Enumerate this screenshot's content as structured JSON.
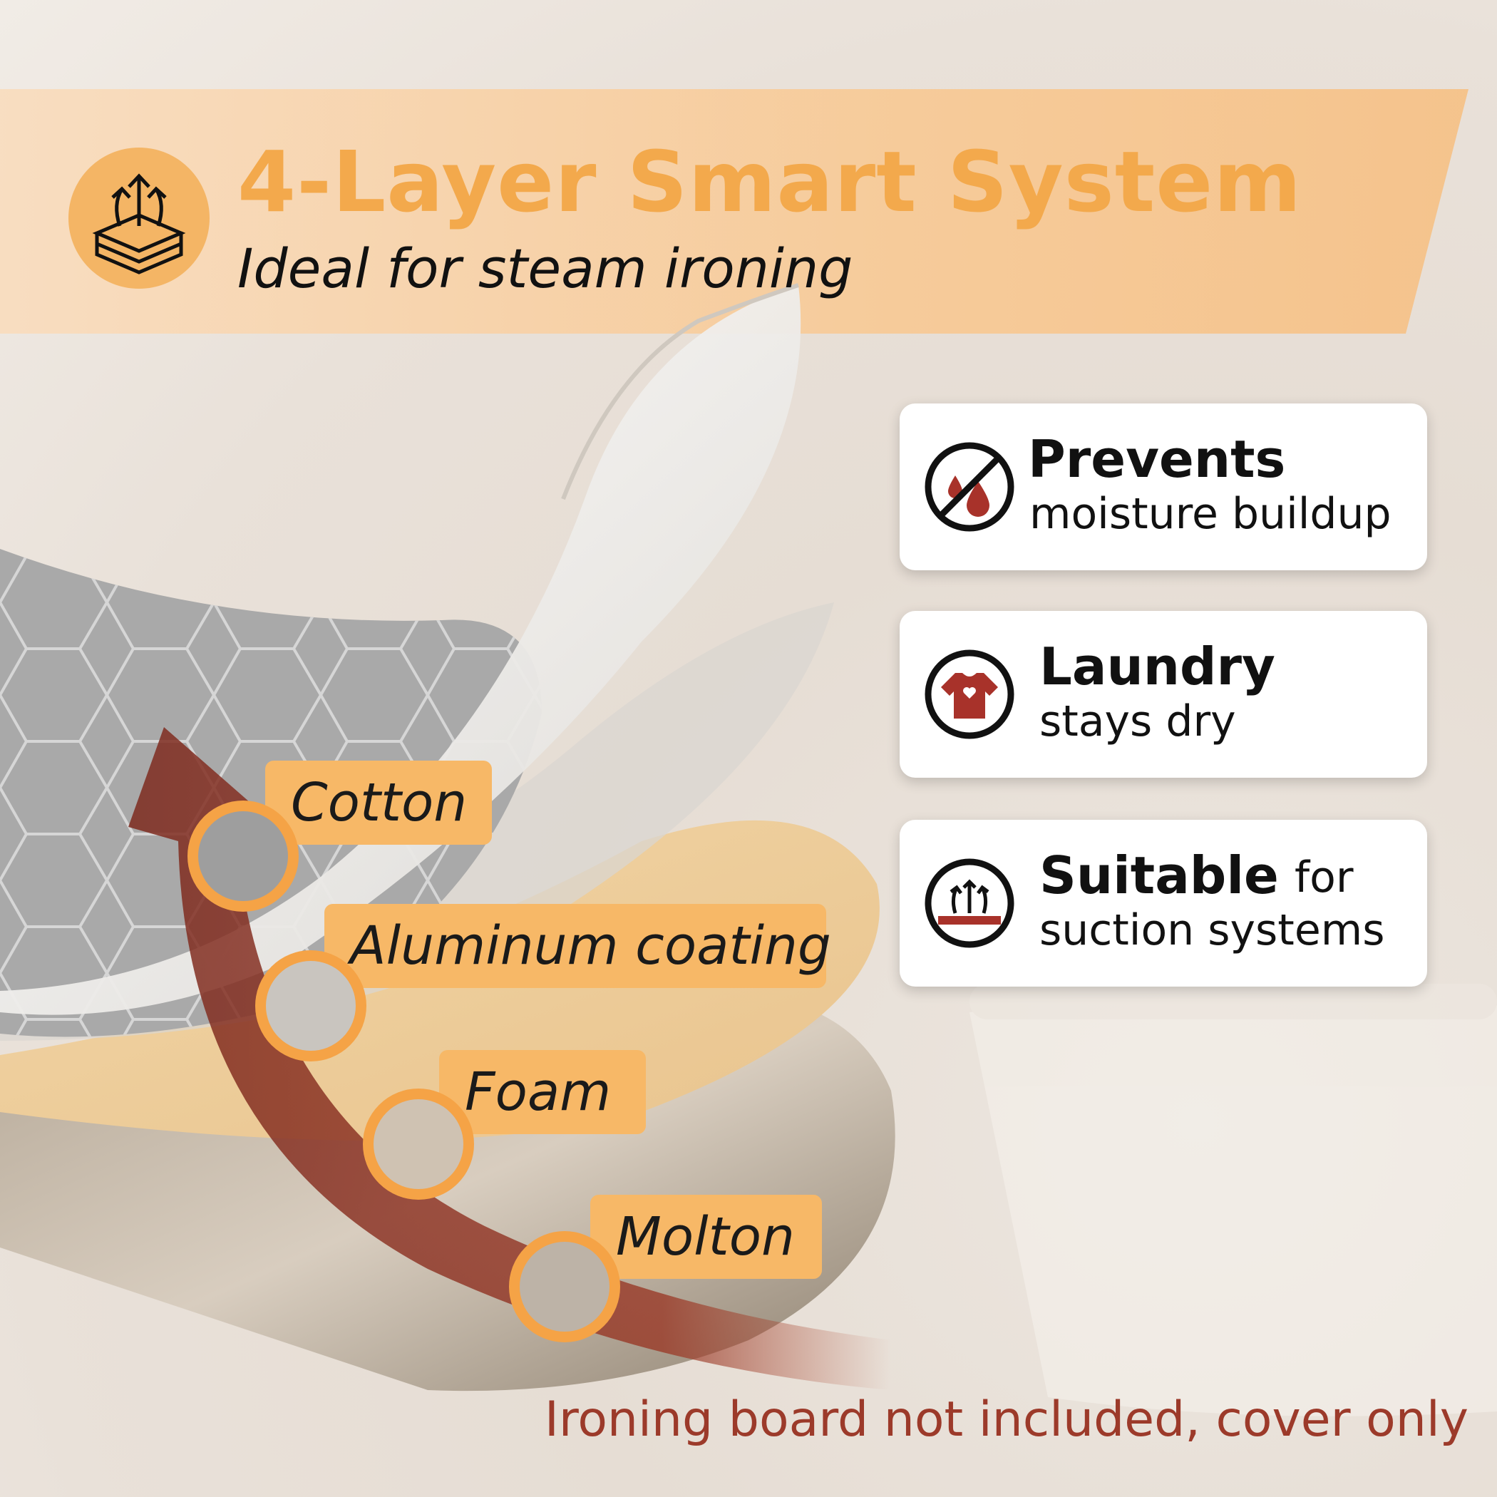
{
  "header": {
    "title": "4-Layer Smart System",
    "subtitle": "Ideal for steam ironing",
    "icon": "layers-steam-icon"
  },
  "features": [
    {
      "icon": "no-moisture-icon",
      "bold": "Prevents",
      "text": "moisture buildup"
    },
    {
      "icon": "dry-shirt-icon",
      "bold": "Laundry",
      "text": "stays dry"
    },
    {
      "icon": "suction-icon",
      "bold": "Suitable",
      "text_inline": "for",
      "text": "suction systems"
    }
  ],
  "layers": [
    "Cotton",
    "Aluminum coating",
    "Foam",
    "Molton"
  ],
  "footer": {
    "note": "Ironing board not included, cover only"
  },
  "colors": {
    "accent": "#f5a346",
    "banner": "#f7c48d",
    "arrow": "#8c2f22",
    "note": "#9c3a2a"
  }
}
